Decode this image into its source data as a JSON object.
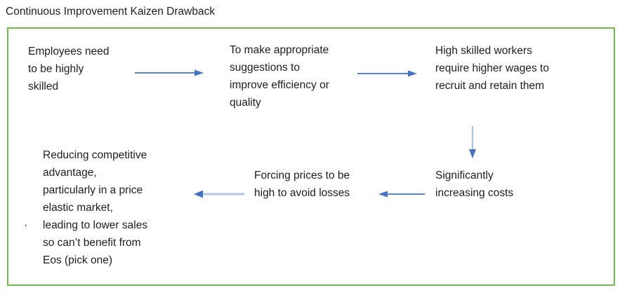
{
  "title": "Continuous Improvement Kaizen Drawback",
  "colors": {
    "frame_green": "#77b74e",
    "arrow_blue": "#4472c4",
    "arrow_light_blue": "#b1c5e9",
    "text": "#1d1d1d"
  },
  "diagram": {
    "bullet": "·",
    "nodes": [
      {
        "id": "employees",
        "text": "Employees need\nto be highly\nskilled"
      },
      {
        "id": "suggestions",
        "text": "To make appropriate\nsuggestions to\nimprove efficiency or\nquality"
      },
      {
        "id": "workers",
        "text": "High skilled workers\nrequire higher wages to\nrecruit and retain them"
      },
      {
        "id": "costs",
        "text": "Significantly\nincreasing costs"
      },
      {
        "id": "prices",
        "text": "Forcing prices to be\nhigh to avoid losses"
      },
      {
        "id": "reducing",
        "text": "Reducing competitive\nadvantage,\nparticularly in a price\nelastic market,\nleading to lower sales\nso can’t benefit from\nEos (pick one)"
      }
    ],
    "arrows": [
      {
        "from": "employees",
        "to": "suggestions",
        "direction": "right",
        "shaft": "solid"
      },
      {
        "from": "suggestions",
        "to": "workers",
        "direction": "right",
        "shaft": "solid"
      },
      {
        "from": "workers",
        "to": "costs",
        "direction": "down",
        "shaft": "light"
      },
      {
        "from": "costs",
        "to": "prices",
        "direction": "left",
        "shaft": "solid"
      },
      {
        "from": "prices",
        "to": "reducing",
        "direction": "left",
        "shaft": "light"
      }
    ]
  }
}
